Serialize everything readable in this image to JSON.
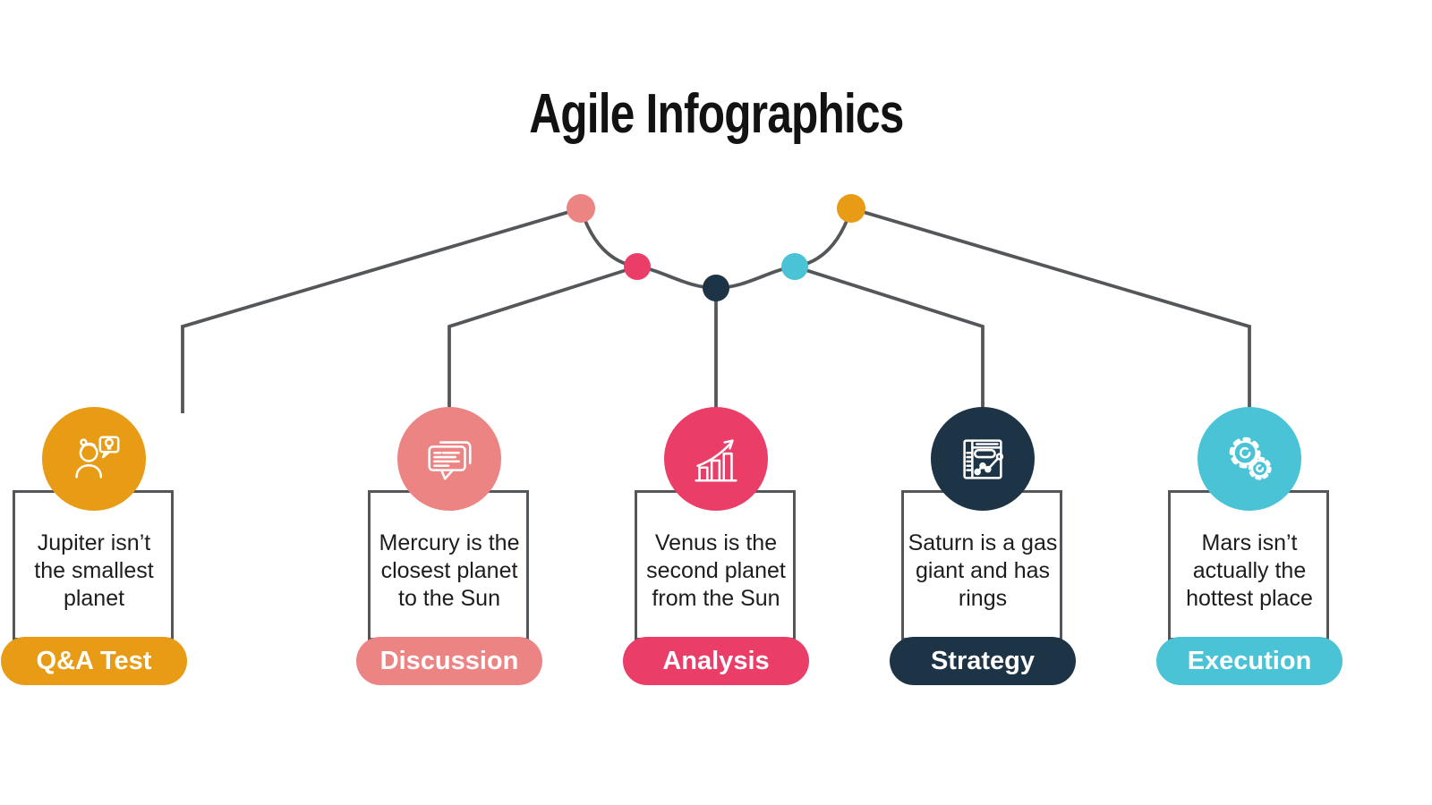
{
  "title": "Agile Infographics",
  "background": "#FFFFFF",
  "text_color": "#1D1D1D",
  "connector": {
    "line_color": "#54575A"
  },
  "steps": [
    {
      "label": "Discussion",
      "description": [
        "Mercury is the",
        "closest planet",
        "to the Sun"
      ],
      "color": "#ED8484",
      "icon": "speech-bubbles-icon"
    },
    {
      "label": "Analysis",
      "description": [
        "Venus is the",
        "second planet",
        "from the Sun"
      ],
      "color": "#EA3E68",
      "icon": "growth-chart-icon"
    },
    {
      "label": "Strategy",
      "description": [
        "Saturn is a gas",
        "giant and has",
        "rings"
      ],
      "color": "#1D3346",
      "icon": "browser-analytics-icon"
    },
    {
      "label": "Execution",
      "description": [
        "Mars isn’t",
        "actually the",
        "hottest place"
      ],
      "color": "#49C3D5",
      "icon": "gears-icon"
    },
    {
      "label": "Q&A Test",
      "description": [
        "Jupiter isn’t",
        "the smallest",
        "planet"
      ],
      "color": "#E89C15",
      "icon": "person-idea-icon"
    }
  ]
}
